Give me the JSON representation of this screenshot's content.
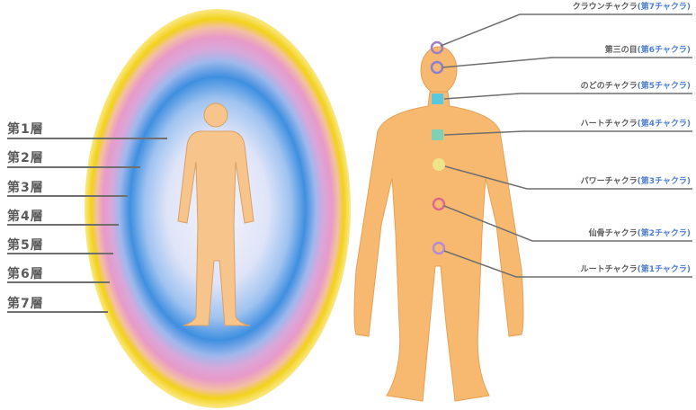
{
  "aura_layers": [
    "第1層",
    "第2層",
    "第3層",
    "第4層",
    "第5層",
    "第6層",
    "第7層"
  ],
  "chakras": [
    {
      "name": "クラウンチャクラ",
      "layer": "(第7チャクラ)",
      "color": "#9e7fc4"
    },
    {
      "name": "第三の目",
      "layer": "(第6チャクラ)",
      "color": "#8b7fd0"
    },
    {
      "name": "のどのチャクラ",
      "layer": "(第5チャクラ)",
      "color": "#59c8df"
    },
    {
      "name": "ハートチャクラ",
      "layer": "(第4チャクラ)",
      "color": "#7fd0b4"
    },
    {
      "name": "パワーチャクラ",
      "layer": "(第3チャクラ)",
      "color": "#e6e07a"
    },
    {
      "name": "仙骨チャクラ",
      "layer": "(第2チャクラ)",
      "color": "#d96a8a"
    },
    {
      "name": "ルートチャクラ",
      "layer": "(第1チャクラ)",
      "color": "#b58ad6"
    }
  ],
  "colors": {
    "body_skin": "#f7b870",
    "aura_outer": "#f2d21a",
    "aura_pink": "#e8a8d0",
    "aura_blue": "#3f8fe0",
    "aura_inner": "#eef0fb",
    "label_text": "#5a5a5a",
    "layer_tag": "#4f7fd0"
  }
}
